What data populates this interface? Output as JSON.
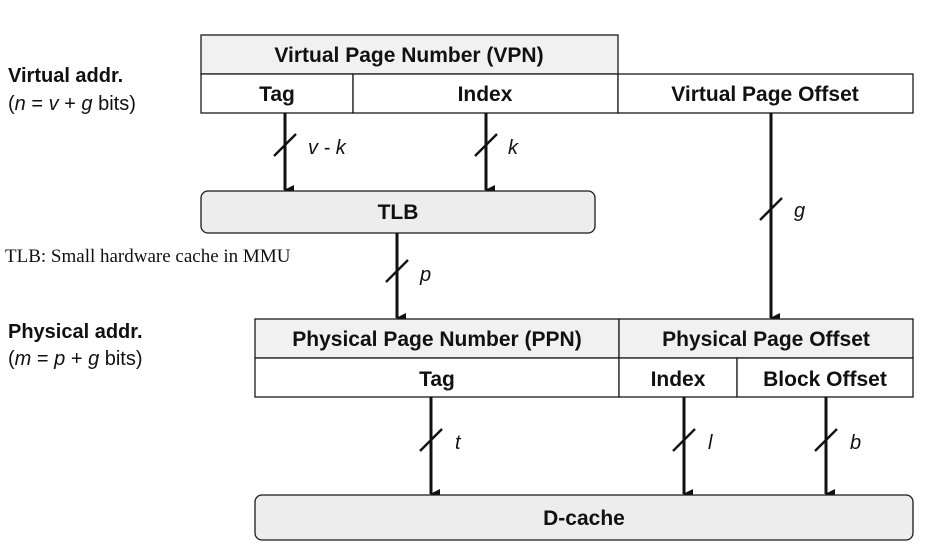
{
  "virtual": {
    "title": "Virtual addr.",
    "bits_open": "(",
    "bits_n": "n",
    "bits_eq": " = ",
    "bits_v": "v",
    "bits_plus": " + ",
    "bits_g": "g",
    "bits_tail": " bits)",
    "vpn_label": "Virtual Page Number (VPN)",
    "tag_label": "Tag",
    "index_label": "Index",
    "offset_label": "Virtual Page Offset"
  },
  "tlb": {
    "label": "TLB",
    "note": "TLB: Small hardware cache in MMU"
  },
  "physical": {
    "title": "Physical addr.",
    "bits_open": "(",
    "bits_m": "m",
    "bits_eq": " = ",
    "bits_p": "p",
    "bits_plus": " + ",
    "bits_g": "g",
    "bits_tail": " bits)",
    "ppn_label": "Physical Page Number (PPN)",
    "ppo_label": "Physical Page Offset",
    "tag_label": "Tag",
    "index_label": "Index",
    "block_offset_label": "Block Offset"
  },
  "dcache": {
    "label": "D-cache"
  },
  "wires": {
    "v_minus_k": "v - k",
    "k": "k",
    "g": "g",
    "p": "p",
    "t": "t",
    "l": "l",
    "b": "b"
  }
}
